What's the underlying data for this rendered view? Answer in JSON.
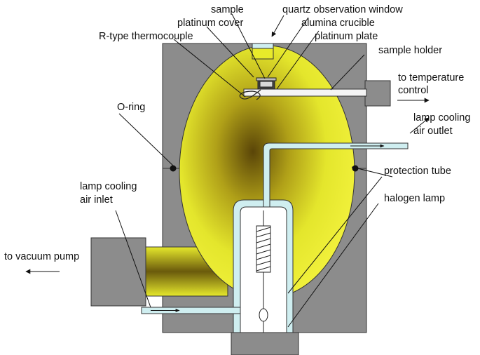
{
  "labels": {
    "sample": "sample",
    "quartz_window": "quartz observation window",
    "platinum_cover": "platinum cover",
    "alumina_crucible": "alumina crucible",
    "r_type_thermocouple": "R-type thermocouple",
    "platinum_plate": "platinum plate",
    "sample_holder": "sample holder",
    "to_temperature_line1": "to temperature",
    "to_temperature_line2": "control",
    "o_ring": "O-ring",
    "lamp_cooling_outlet_line1": "lamp cooling",
    "lamp_cooling_outlet_line2": "air outlet",
    "protection_tube": "protection tube",
    "halogen_lamp": "halogen lamp",
    "lamp_cooling_inlet_line1": "lamp cooling",
    "lamp_cooling_inlet_line2": "air inlet",
    "to_vacuum_pump": "to vacuum pump"
  },
  "colors": {
    "body_gray": "#8a8a8a",
    "dark_gray": "#6e6e6e",
    "chamber_yellow": "#e8ea2a",
    "chamber_dark": "#5a4a0a",
    "tube_cyan": "#cfeef0",
    "plate_color": "#f4f4f4"
  }
}
